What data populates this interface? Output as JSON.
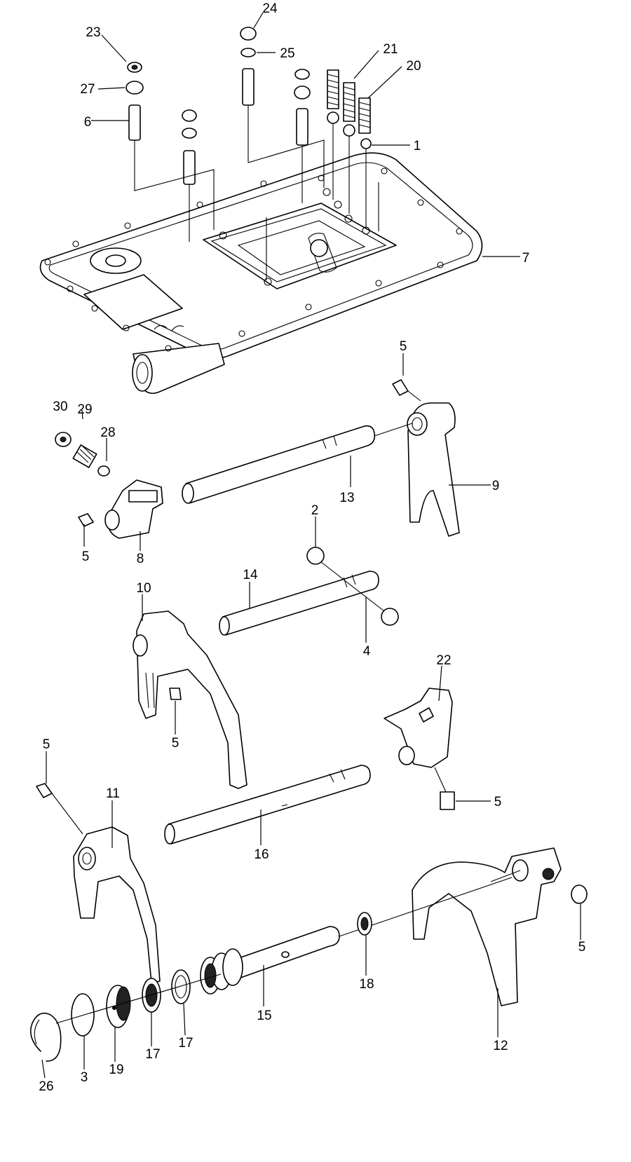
{
  "callouts": [
    {
      "id": "c24",
      "text": "24"
    },
    {
      "id": "c23",
      "text": "23"
    },
    {
      "id": "c25",
      "text": "25"
    },
    {
      "id": "c21",
      "text": "21"
    },
    {
      "id": "c20",
      "text": "20"
    },
    {
      "id": "c27",
      "text": "27"
    },
    {
      "id": "c6",
      "text": "6"
    },
    {
      "id": "c1",
      "text": "1"
    },
    {
      "id": "c7",
      "text": "7"
    },
    {
      "id": "c5a",
      "text": "5"
    },
    {
      "id": "c30",
      "text": "30"
    },
    {
      "id": "c29",
      "text": "29"
    },
    {
      "id": "c28",
      "text": "28"
    },
    {
      "id": "c13",
      "text": "13"
    },
    {
      "id": "c9",
      "text": "9"
    },
    {
      "id": "c5b",
      "text": "5"
    },
    {
      "id": "c8",
      "text": "8"
    },
    {
      "id": "c2",
      "text": "2"
    },
    {
      "id": "c14",
      "text": "14"
    },
    {
      "id": "c10",
      "text": "10"
    },
    {
      "id": "c4",
      "text": "4"
    },
    {
      "id": "c22",
      "text": "22"
    },
    {
      "id": "c5c",
      "text": "5"
    },
    {
      "id": "c5d",
      "text": "5"
    },
    {
      "id": "c5e",
      "text": "5"
    },
    {
      "id": "c11",
      "text": "11"
    },
    {
      "id": "c16",
      "text": "16"
    },
    {
      "id": "c5f",
      "text": "5"
    },
    {
      "id": "c18",
      "text": "18"
    },
    {
      "id": "c15",
      "text": "15"
    },
    {
      "id": "c12",
      "text": "12"
    },
    {
      "id": "c3",
      "text": "3"
    },
    {
      "id": "c19",
      "text": "19"
    },
    {
      "id": "c17a",
      "text": "17"
    },
    {
      "id": "c17b",
      "text": "17"
    },
    {
      "id": "c26",
      "text": "26"
    }
  ]
}
